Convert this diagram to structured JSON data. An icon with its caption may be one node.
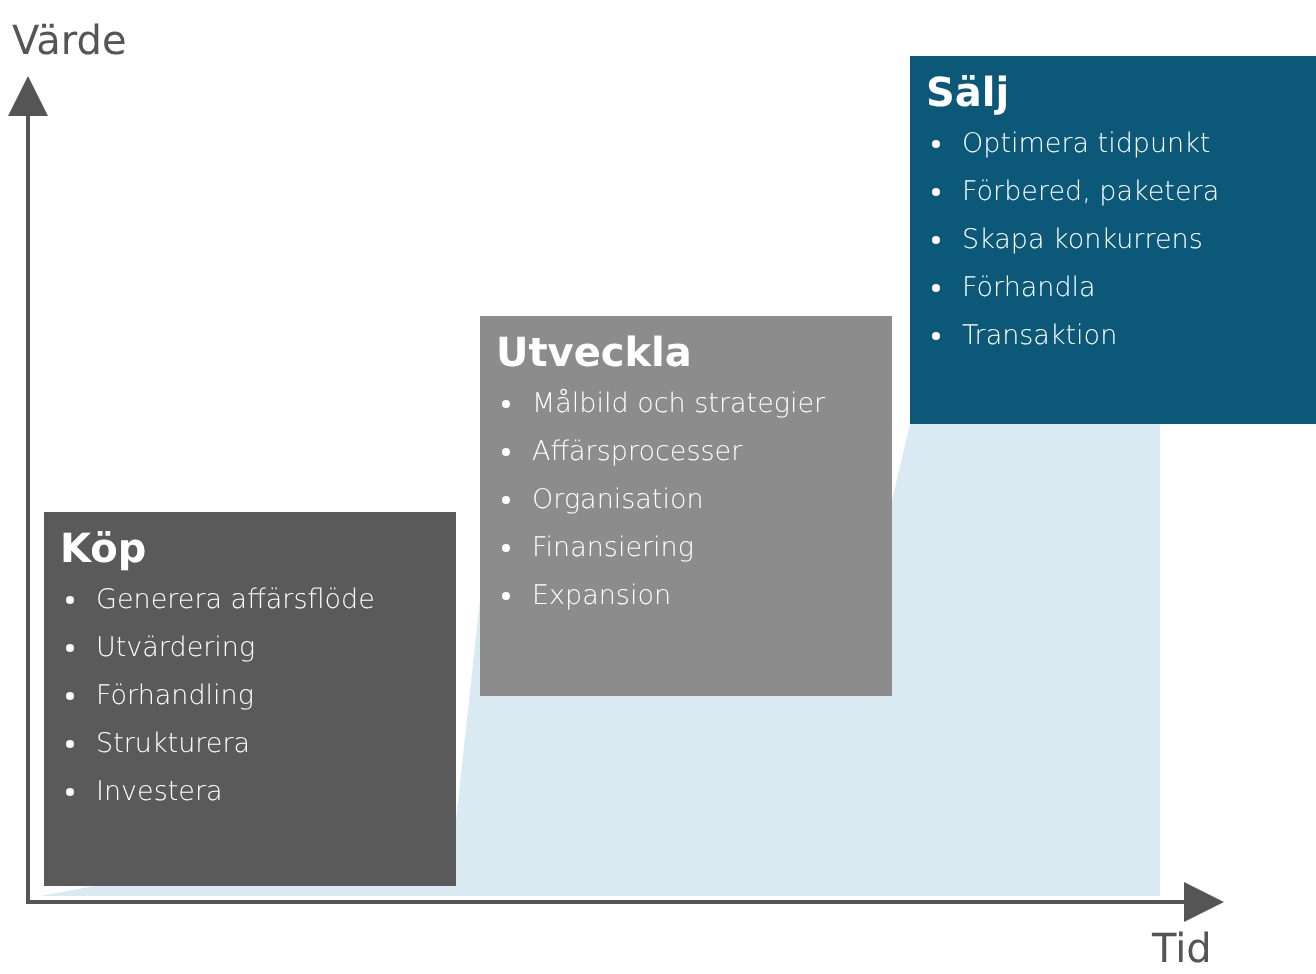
{
  "diagram": {
    "nodes": [
      {
        "text": [
          "Köp",
          "Generera affärsflöde",
          "Utvärdering",
          "Förhandling",
          "Strukturera",
          "Investera"
        ]
      },
      {
        "text": [
          "Utveckla",
          "Målbild och strategier",
          "Affärsprocesser",
          "Organisation",
          "Finansiering",
          "Expansion"
        ]
      },
      {
        "text": [
          "Sälj",
          "Optimera tidpunkt",
          "Förbered, paketera",
          "Skapa konkurrens",
          "Förhandla",
          "Transaktion"
        ]
      }
    ],
    "labels": [
      "Värde",
      "Tid"
    ]
  }
}
